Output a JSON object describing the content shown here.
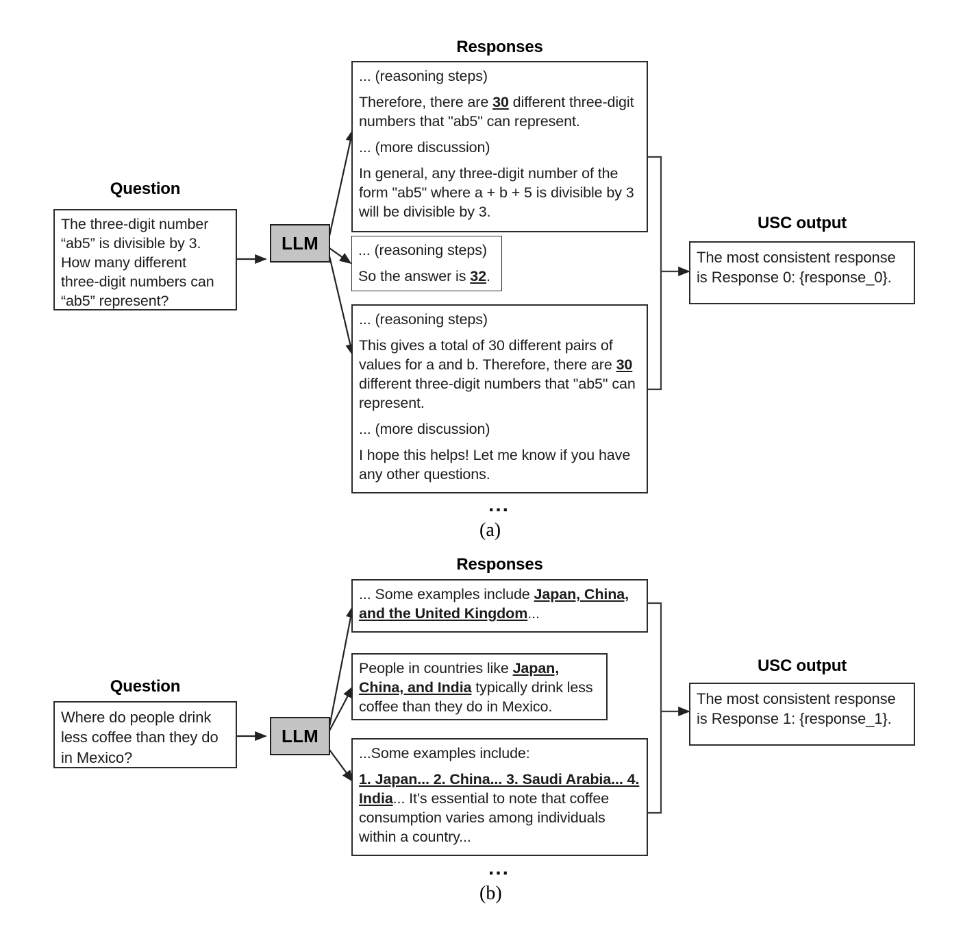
{
  "figure": {
    "panels": [
      {
        "id": "a",
        "label": "(a)",
        "question_header": "Question",
        "responses_header": "Responses",
        "usc_header": "USC output",
        "llm_label": "LLM",
        "ellipsis": "...",
        "question_text": "The three-digit number “ab5” is divisible by 3. How many different three-digit numbers can “ab5” represent?",
        "question_lines": [
          "The three-digit number",
          "“ab5” is divisible by 3.",
          "How many different",
          "three-digit numbers can",
          "“ab5” represent?"
        ],
        "responses": [
          {
            "index": 0,
            "paragraphs": [
              "... (reasoning steps)",
              "Therefore, there are 30 different three-digit numbers that \"ab5\" can represent.",
              "... (more discussion)",
              "In general, any three-digit number of the form \"ab5\" where a + b + 5 is divisible by 3 will be divisible by 3."
            ],
            "p1_pre": "... (reasoning steps)",
            "p2_pre": "Therefore, there are ",
            "p2_highlight": "30",
            "p2_post": " different three-digit numbers that \"ab5\" can represent.",
            "p3": "... (more discussion)",
            "p4": "In general, any three-digit number of the form \"ab5\" where a + b + 5 is divisible by 3 will be divisible by 3."
          },
          {
            "index": 1,
            "p1": "... (reasoning steps)",
            "p2_pre": "So the answer is ",
            "p2_highlight": "32",
            "p2_post": "."
          },
          {
            "index": 2,
            "p1": "... (reasoning steps)",
            "p2_pre": "This gives a total of 30 different pairs of values for a and b. Therefore, there are ",
            "p2_highlight": "30",
            "p2_post": " different three-digit numbers that \"ab5\" can represent.",
            "p3": "... (more discussion)",
            "p4": "I hope this helps! Let me know if you have any other questions."
          }
        ],
        "usc_output_text": "The most consistent response is Response 0: {response_0}.",
        "usc_output_lines": [
          "The most consistent response",
          "is Response 0: {response_0}."
        ]
      },
      {
        "id": "b",
        "label": "(b)",
        "question_header": "Question",
        "responses_header": "Responses",
        "usc_header": "USC output",
        "llm_label": "LLM",
        "ellipsis": "...",
        "question_text": "Where do people drink less coffee than they do in Mexico?",
        "question_lines": [
          "Where do people drink",
          "less coffee than they do",
          "in Mexico?"
        ],
        "responses": [
          {
            "index": 0,
            "pre": "... Some examples include ",
            "highlight": "Japan, China, and the United Kingdom",
            "post": "..."
          },
          {
            "index": 1,
            "pre": "People in countries like ",
            "highlight": "Japan, China, and India",
            "post": " typically drink less coffee than they do in Mexico."
          },
          {
            "index": 2,
            "p1": "...Some examples include:",
            "p2_highlight": "1. Japan... 2. China... 3. Saudi Arabia... 4. India",
            "p2_post": "... It's essential to note that coffee consumption varies among individuals within a country..."
          }
        ],
        "usc_output_text": "The most consistent response is Response 1: {response_1}.",
        "usc_output_lines": [
          "The most consistent response",
          "is Response 1: {response_1}."
        ]
      }
    ],
    "colors": {
      "llm_fill": "#c4c4c4",
      "border": "#2b2b2b",
      "text": "#1c1c1c",
      "background": "#ffffff"
    }
  }
}
